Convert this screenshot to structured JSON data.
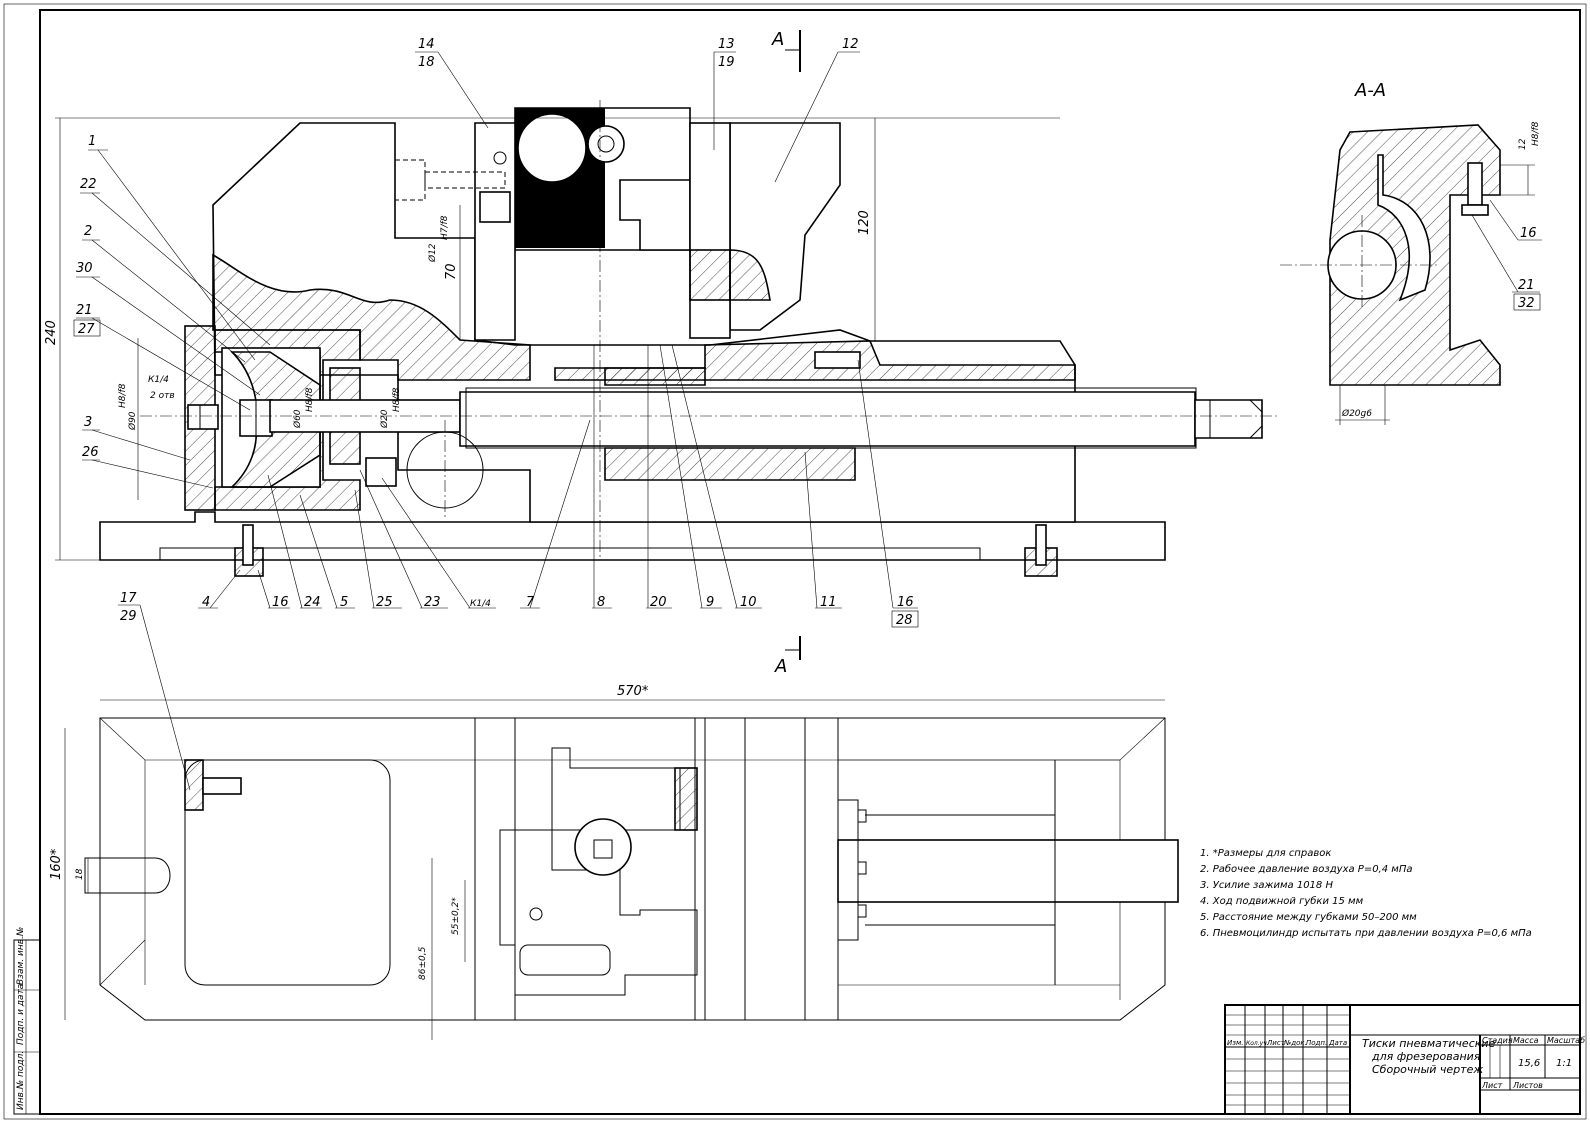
{
  "title_block": {
    "name_line1": "Тиски пневматические",
    "name_line2": "для фрезерования",
    "name_line3": "Сборочный чертеж",
    "head_stage": "Стадия",
    "head_mass": "Масса",
    "head_scale": "Масштаб",
    "mass": "15,6",
    "scale": "1:1",
    "sheet": "Лист",
    "sheets": "Листов",
    "col_izm": "Изм.",
    "col_kolich": "Кол.уч.",
    "col_list": "Лист",
    "col_ndok": "№док.",
    "col_podp": "Подп.",
    "col_data": "Дата"
  },
  "side_stamp": [
    "Инв.№ подл.",
    "Подп. и дата",
    "Взам. инв.№"
  ],
  "section_label": "А-А",
  "cut_mark": "А",
  "notes": [
    "1. *Размеры для справок",
    "2. Рабочее давление воздуха Р=0,4 мПа",
    "3. Усилие зажима 1018 Н",
    "4. Ход подвижной губки 15 мм",
    "5. Расстояние между губками 50–200 мм",
    "6. Пневмоцилиндр испытать при давлении воздуха Р=0,6 мПа"
  ],
  "dimensions": {
    "overall_height": "240",
    "jaw_height": "120",
    "jaw_depth": "70",
    "bore_d12": "Ø12",
    "fit_d12": "H7/f8",
    "cyl_d90": "Ø90",
    "fit_d90": "H8/f8",
    "piston_d60": "Ø60",
    "fit_d60": "H8/f8",
    "rod_d20": "Ø20",
    "fit_d20": "H8/f8",
    "shaft_d20g6": "Ø20g6",
    "section_h12": "12",
    "fit_h12": "H8/f8",
    "length_570": "570*",
    "width_160": "160*",
    "slot_18": "18",
    "dim_55": "55±0,2*",
    "dim_86": "86±0,5",
    "thread_note": "К1/4",
    "holes_note": "2 отв",
    "thread_note_bottom": "К1/4"
  },
  "balloons_left": [
    {
      "n": "1"
    },
    {
      "n": "22"
    },
    {
      "n": "2"
    },
    {
      "n": "30"
    },
    {
      "n": "21",
      "m": "27"
    },
    {
      "n": "3"
    },
    {
      "n": "26"
    }
  ],
  "balloons_top": [
    {
      "n": "14",
      "m": "18"
    },
    {
      "n": "13",
      "m": "19"
    },
    {
      "n": "12"
    }
  ],
  "balloons_bottom": [
    {
      "n": "4"
    },
    {
      "n": "16"
    },
    {
      "n": "24"
    },
    {
      "n": "5"
    },
    {
      "n": "25"
    },
    {
      "n": "23"
    },
    {
      "n": "К1/4"
    },
    {
      "n": "7"
    },
    {
      "n": "8"
    },
    {
      "n": "20"
    },
    {
      "n": "9"
    },
    {
      "n": "10"
    },
    {
      "n": "11"
    },
    {
      "n": "16",
      "m": "28"
    }
  ],
  "balloons_section": [
    {
      "n": "16"
    },
    {
      "n": "21",
      "m": "32"
    }
  ],
  "balloon_plan": {
    "n": "17",
    "m": "29"
  }
}
